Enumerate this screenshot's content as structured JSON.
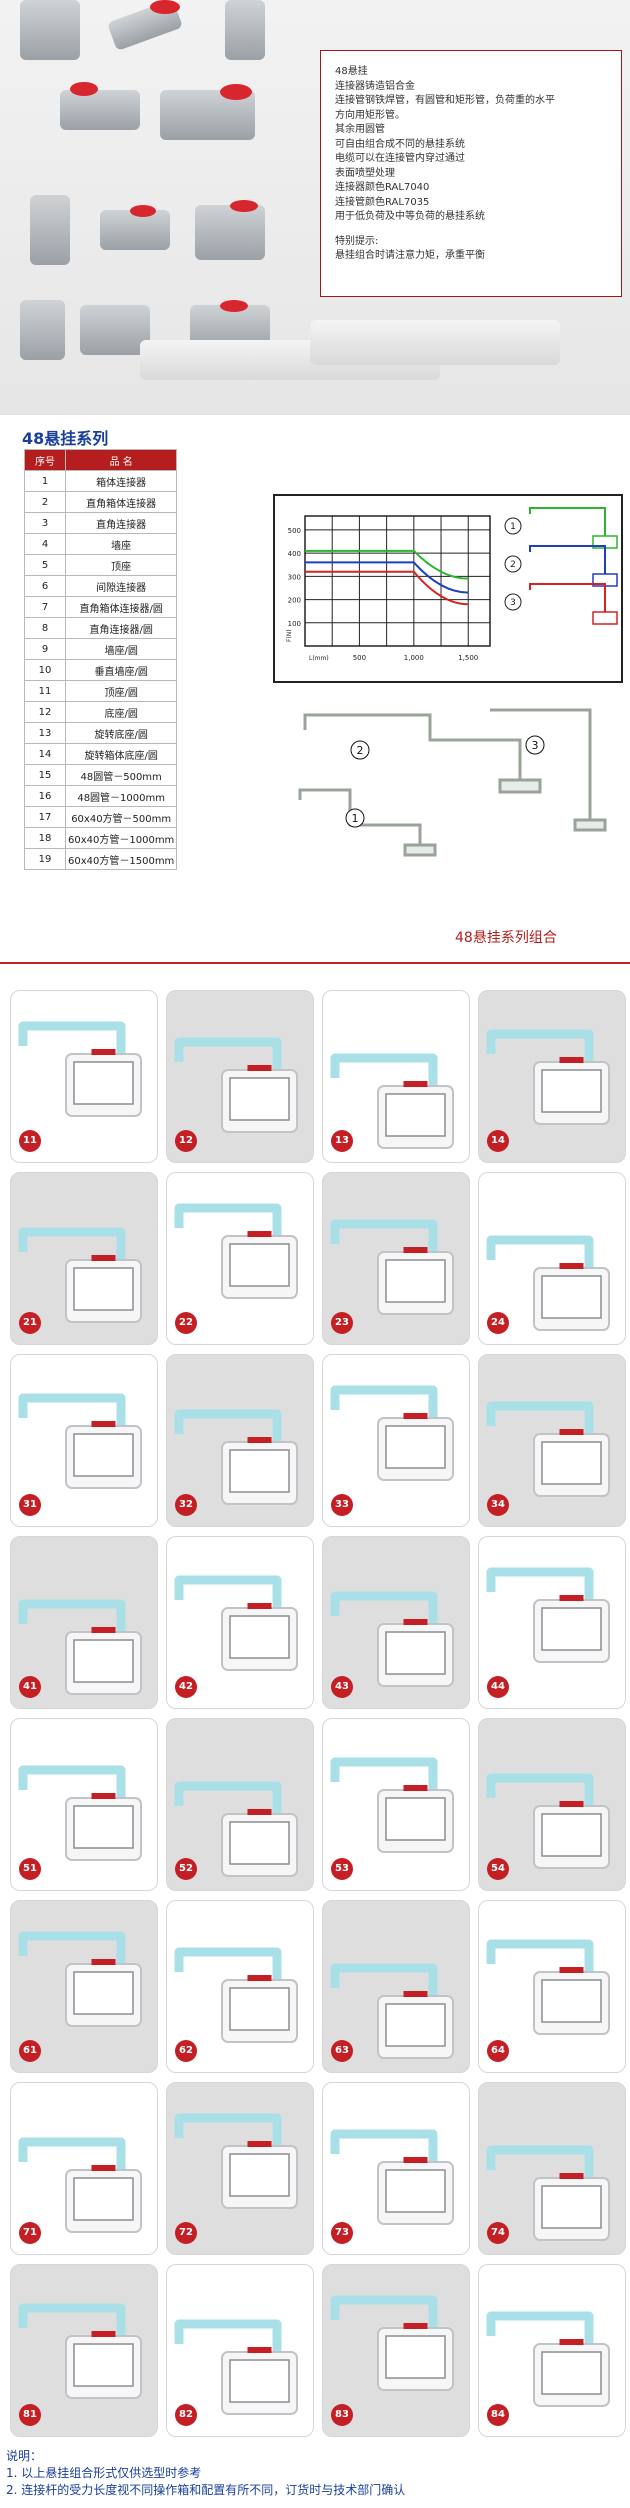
{
  "spec": {
    "title": "48悬挂",
    "lines": [
      "连接器铸造铝合金",
      "连接管钢铁焊管，有圆管和矩形管，负荷重的水平",
      "方向用矩形管。",
      "其余用圆管",
      "可自由组合成不同的悬挂系统",
      "电缆可以在连接管内穿过通过",
      "表面喷塑处理",
      "连接器颜色RAL7040",
      "连接管颜色RAL7035",
      "用于低负荷及中等负荷的悬挂系统"
    ],
    "tip_title": "特别提示:",
    "tip": "悬挂组合时请注意力矩，承重平衡"
  },
  "series_title": "48悬挂系列",
  "parts_table": {
    "headers": [
      "序号",
      "品 名"
    ],
    "rows": [
      [
        "1",
        "箱体连接器"
      ],
      [
        "2",
        "直角箱体连接器"
      ],
      [
        "3",
        "直角连接器"
      ],
      [
        "4",
        "墙座"
      ],
      [
        "5",
        "顶座"
      ],
      [
        "6",
        "间隙连接器"
      ],
      [
        "7",
        "直角箱体连接器/圆"
      ],
      [
        "8",
        "直角连接器/圆"
      ],
      [
        "9",
        "墙座/圆"
      ],
      [
        "10",
        "垂直墙座/圆"
      ],
      [
        "11",
        "顶座/圆"
      ],
      [
        "12",
        "底座/圆"
      ],
      [
        "13",
        "旋转底座/圆"
      ],
      [
        "14",
        "旋转箱体底座/圆"
      ],
      [
        "15",
        "48圆管－500mm"
      ],
      [
        "16",
        "48圆管－1000mm"
      ],
      [
        "17",
        "60x40方管－500mm"
      ],
      [
        "18",
        "60x40方管－1000mm"
      ],
      [
        "19",
        "60x40方管－1500mm"
      ]
    ]
  },
  "chart_data": {
    "type": "line",
    "title": "",
    "xlabel": "L(mm)",
    "ylabel": "F(N)",
    "x_ticks": [
      "500",
      "1,000",
      "1,500"
    ],
    "y_ticks": [
      "500",
      "400",
      "300",
      "200",
      "100"
    ],
    "xlim": [
      0,
      1700
    ],
    "ylim": [
      0,
      560
    ],
    "series": [
      {
        "label": "1",
        "color": "#2db52d",
        "x": [
          0,
          1000,
          1500
        ],
        "y": [
          410,
          410,
          290
        ]
      },
      {
        "label": "2",
        "color": "#1f3fbf",
        "x": [
          0,
          1000,
          1500
        ],
        "y": [
          360,
          360,
          230
        ]
      },
      {
        "label": "3",
        "color": "#d62222",
        "x": [
          0,
          1000,
          1500
        ],
        "y": [
          320,
          320,
          180
        ]
      }
    ]
  },
  "chart_markers": [
    "1",
    "2",
    "3"
  ],
  "illustration_markers": [
    "2",
    "3",
    "1"
  ],
  "combo_title": "48悬挂系列组合",
  "combos": [
    "11",
    "12",
    "13",
    "14",
    "21",
    "22",
    "23",
    "24",
    "31",
    "32",
    "33",
    "34",
    "41",
    "42",
    "43",
    "44",
    "51",
    "52",
    "53",
    "54",
    "61",
    "62",
    "63",
    "64",
    "71",
    "72",
    "73",
    "74",
    "81",
    "82",
    "83",
    "84"
  ],
  "notes": {
    "heading": "说明：",
    "items": [
      "1. 以上悬挂组合形式仅供选型时参考",
      "2. 连接杆的受力长度视不同操作箱和配置有所不同，订货时与技术部门确认"
    ]
  },
  "colors": {
    "accent": "#c41f24",
    "blue_title": "#1a3f9a",
    "arm": "#a9e0e8",
    "frame": "#c0c4c8"
  }
}
